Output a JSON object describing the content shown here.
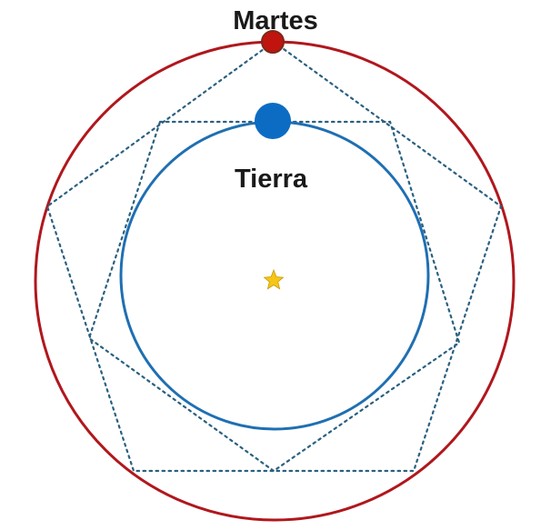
{
  "labels": {
    "outer_planet": "Martes",
    "inner_planet": "Tierra"
  },
  "colors": {
    "mars_orbit": "#b0171d",
    "mars_planet": "#c0140f",
    "mars_planet_outline": "#7a2a1a",
    "earth_orbit": "#1f6fb2",
    "earth_planet": "#0c6cc4",
    "polygon_lines": "#2a6080",
    "sun_star": "#f5c518",
    "sun_star_outline": "#c99a00",
    "label_text": "#1a1a1a"
  },
  "icons": {
    "sun": "star-icon",
    "mars": "red-planet-dot",
    "earth": "blue-planet-dot"
  }
}
